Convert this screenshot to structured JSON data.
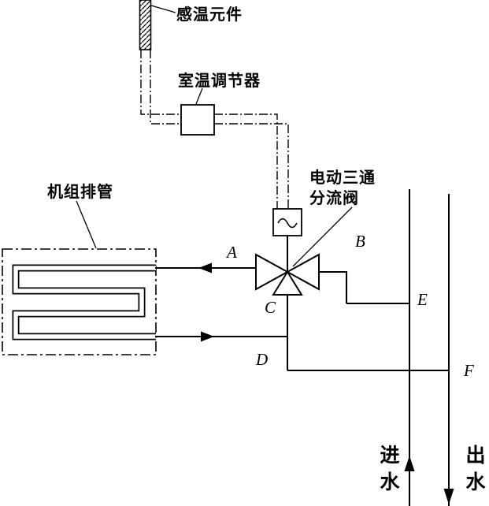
{
  "labels": {
    "sensor": "感温元件",
    "regulator": "室温调节器",
    "valve_line1": "电动三通",
    "valve_line2": "分流阀",
    "coil": "机组排管",
    "inlet_water": "进水",
    "outlet_water": "出水"
  },
  "ports": {
    "a": "A",
    "b": "B",
    "c": "C",
    "d": "D",
    "e": "E",
    "f": "F"
  },
  "icons": {
    "actuator_signal": "sine-wave-icon",
    "sensor_fill": "diagonal-hatch"
  },
  "colors": {
    "line": "#000000",
    "background": "#ffffff"
  }
}
